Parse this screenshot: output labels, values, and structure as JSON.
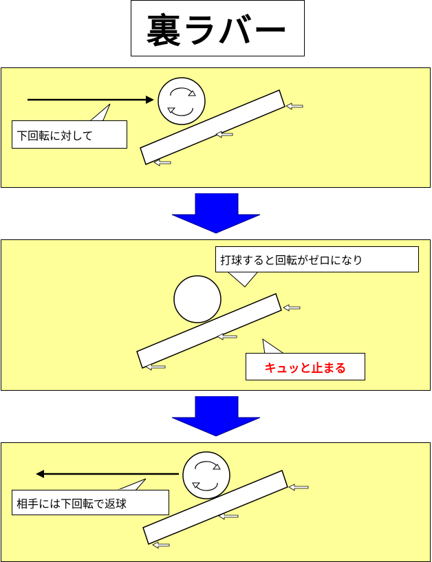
{
  "title": "裏ラバー",
  "panels": [
    {
      "callout": "下回転に対して"
    },
    {
      "callout": "打球すると回転がゼロになり",
      "result": "キュッと止まる"
    },
    {
      "callout": "相手には下回転で返球"
    }
  ],
  "colors": {
    "panel_bg": "#ffff99",
    "arrow_blue": "#0000ff",
    "result_text": "#ff0000"
  }
}
